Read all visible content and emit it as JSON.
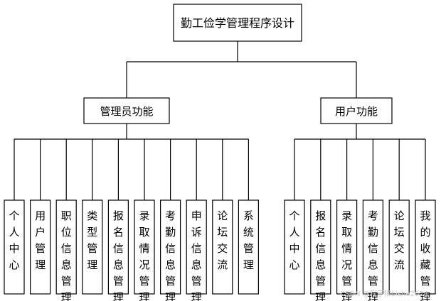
{
  "root": {
    "label": "勤工俭学管理程序设计"
  },
  "groups": [
    {
      "label": "管理员功能",
      "children": [
        "个人中心",
        "用户管理",
        "职位信息管理",
        "类型管理",
        "报名信息管理",
        "录取情况管理",
        "考勤信息管理",
        "申诉信息管理",
        "论坛交流",
        "系统管理"
      ]
    },
    {
      "label": "用户功能",
      "children": [
        "个人中心",
        "报名信息管理",
        "录取情况管理",
        "考勤信息管理",
        "论坛交流",
        "我的收藏管理"
      ]
    }
  ],
  "watermark": "CSDN @程序猿bishe2024"
}
